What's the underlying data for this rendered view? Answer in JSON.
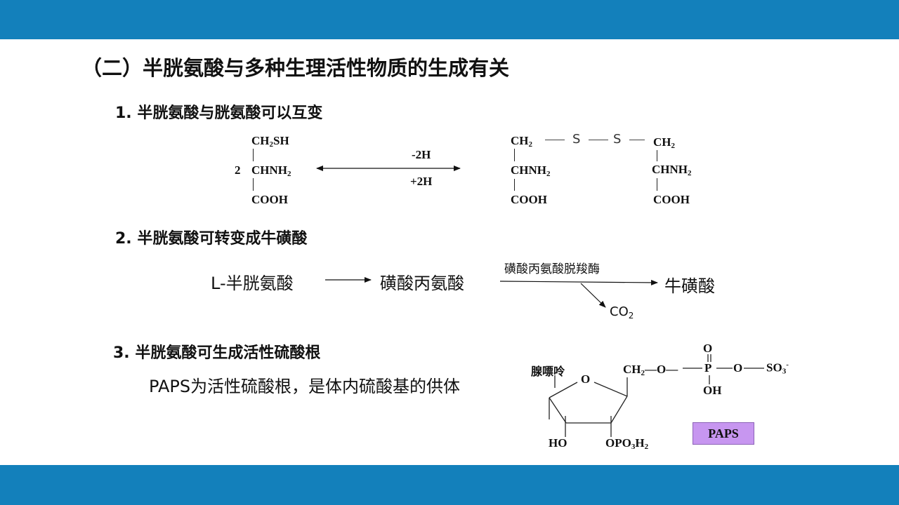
{
  "title": "（二）半胱氨酸与多种生理活性物质的生成有关",
  "section1": {
    "heading": "1. 半胱氨酸与胱氨酸可以互变",
    "left": {
      "coef": "2",
      "r1a": "CH",
      "r1b": "2",
      "r1c": "SH",
      "r2a": "CHNH",
      "r2b": "2",
      "r3": "COOH"
    },
    "arrow_top": "-2H",
    "arrow_bottom": "+2H",
    "right": {
      "ch": "CH",
      "ch_sub": "2",
      "s1": "S",
      "s2": "S",
      "chnh": "CHNH",
      "chnh_sub": "2",
      "cooh": "COOH"
    }
  },
  "section2": {
    "heading": "2. 半胱氨酸可转变成牛磺酸",
    "step1": "L-半胱氨酸",
    "step2": "磺酸丙氨酸",
    "enzyme": "磺酸丙氨酸脱羧酶",
    "step3": "牛磺酸",
    "co2a": "CO",
    "co2b": "2"
  },
  "section3": {
    "heading": "3. 半胱氨酸可生成活性硫酸根",
    "text": "PAPS为活性硫酸根，是体内硫酸基的供体",
    "struct": {
      "base": "腺嘌呤",
      "ring_o": "O",
      "ch2a": "CH",
      "ch2b": "2",
      "dash": "—O—",
      "p": "P",
      "p_top": "O",
      "p_bottom": "OH",
      "o_right": "O",
      "so3a": "SO",
      "so3b": "3",
      "so3c": "-",
      "ho": "HO",
      "opo": "OPO",
      "opo_sub1": "3",
      "opo_h": "H",
      "opo_sub2": "2"
    },
    "badge": "PAPS"
  }
}
